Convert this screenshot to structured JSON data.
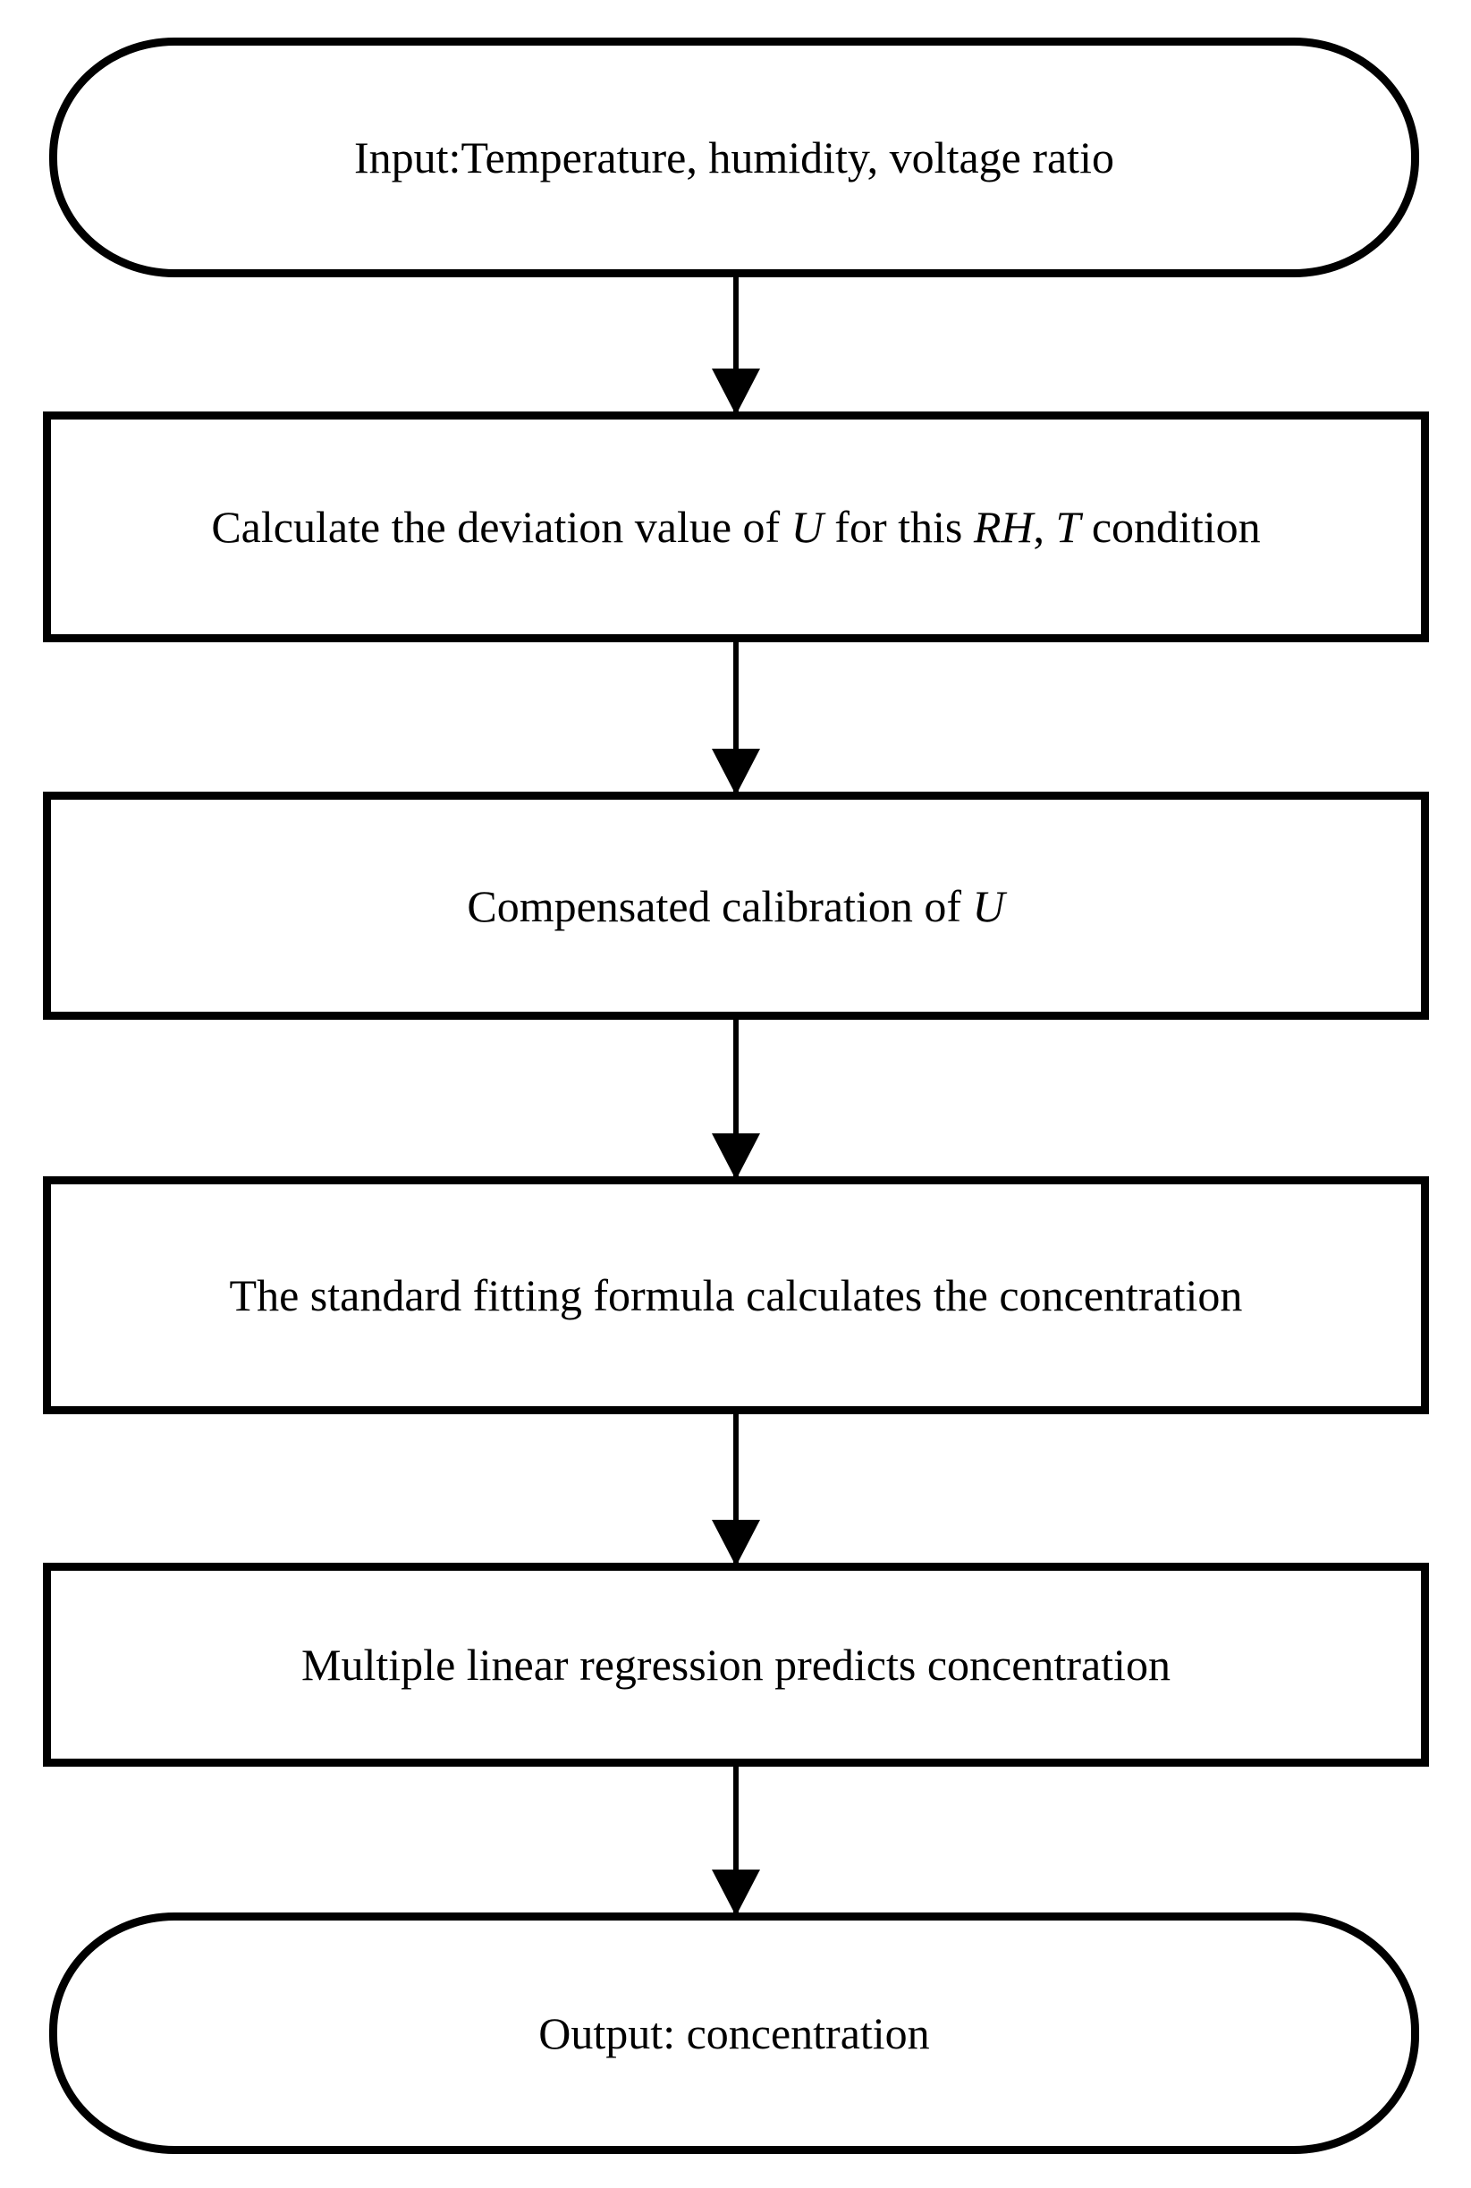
{
  "diagram": {
    "type": "flowchart",
    "direction": "top-down",
    "stroke_color": "#000000",
    "background_color": "#ffffff",
    "nodes": [
      {
        "id": "start",
        "shape": "terminator",
        "segments": [
          {
            "text": "Input:Temperature, humidity, voltage ratio",
            "italic": false
          }
        ]
      },
      {
        "id": "step1",
        "shape": "process",
        "segments": [
          {
            "text": "Calculate the deviation value of ",
            "italic": false
          },
          {
            "text": "U",
            "italic": true
          },
          {
            "text": " for this ",
            "italic": false
          },
          {
            "text": "RH",
            "italic": true
          },
          {
            "text": ", ",
            "italic": false
          },
          {
            "text": "T",
            "italic": true
          },
          {
            "text": " condition",
            "italic": false
          }
        ]
      },
      {
        "id": "step2",
        "shape": "process",
        "segments": [
          {
            "text": "Compensated calibration of ",
            "italic": false
          },
          {
            "text": "U",
            "italic": true
          }
        ]
      },
      {
        "id": "step3",
        "shape": "process",
        "segments": [
          {
            "text": "The standard fitting formula calculates the concentration",
            "italic": false
          }
        ]
      },
      {
        "id": "step4",
        "shape": "process",
        "segments": [
          {
            "text": "Multiple linear regression predicts concentration",
            "italic": false
          }
        ]
      },
      {
        "id": "end",
        "shape": "terminator",
        "segments": [
          {
            "text": "Output: concentration",
            "italic": false
          }
        ]
      }
    ],
    "edges": [
      {
        "from": "start",
        "to": "step1",
        "style": "arrow-down"
      },
      {
        "from": "step1",
        "to": "step2",
        "style": "arrow-down"
      },
      {
        "from": "step2",
        "to": "step3",
        "style": "arrow-down"
      },
      {
        "from": "step3",
        "to": "step4",
        "style": "arrow-down"
      },
      {
        "from": "step4",
        "to": "end",
        "style": "arrow-down"
      }
    ]
  }
}
